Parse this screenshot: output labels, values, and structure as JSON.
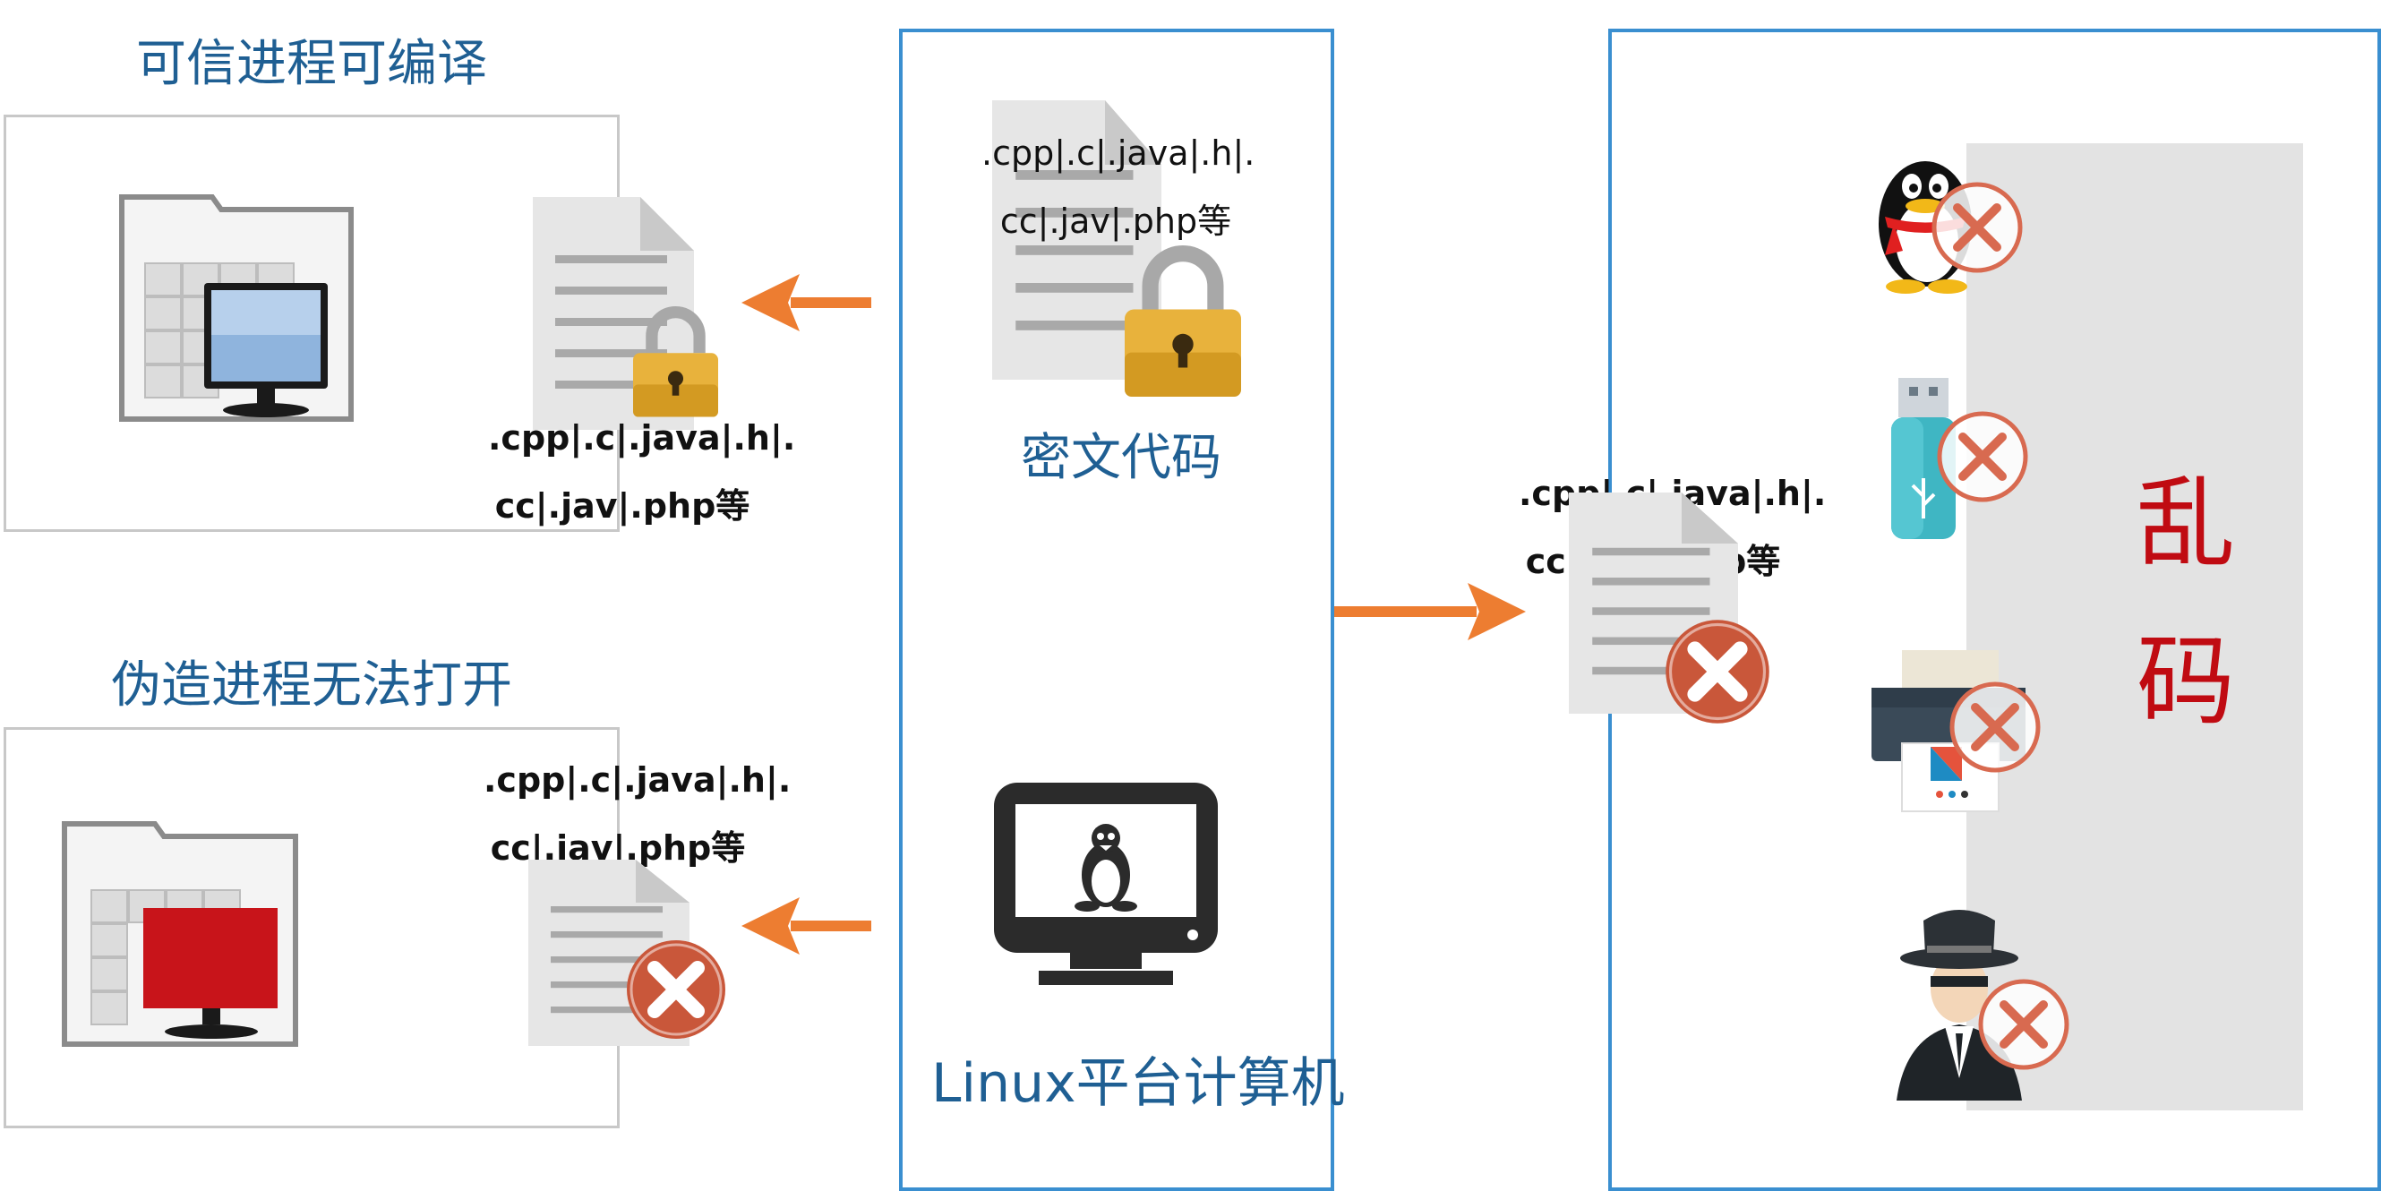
{
  "labels": {
    "trusted_title": "可信进程可编译",
    "forged_title": "伪造进程无法打开",
    "cipher_title": "密文代码",
    "linux_title": "Linux平台计算机",
    "garbled_1": "乱",
    "garbled_2": "码"
  },
  "file_types": {
    "line1": ".cpp|.c|.java|.h|.",
    "line2": "cc|.jav|.php等"
  },
  "colors": {
    "title_blue": "#1f5f93",
    "arrow_orange": "#ed7d31",
    "frame_blue": "#3a8fd0",
    "error_red": "#c9573a",
    "garbled_red": "#c00b12"
  },
  "icons": [
    "folder-monitor-icon",
    "locked-document-icon",
    "linux-computer-icon",
    "error-document-icon",
    "qq-penguin-icon",
    "usb-drive-icon",
    "printer-icon",
    "spy-icon",
    "error-icon"
  ]
}
